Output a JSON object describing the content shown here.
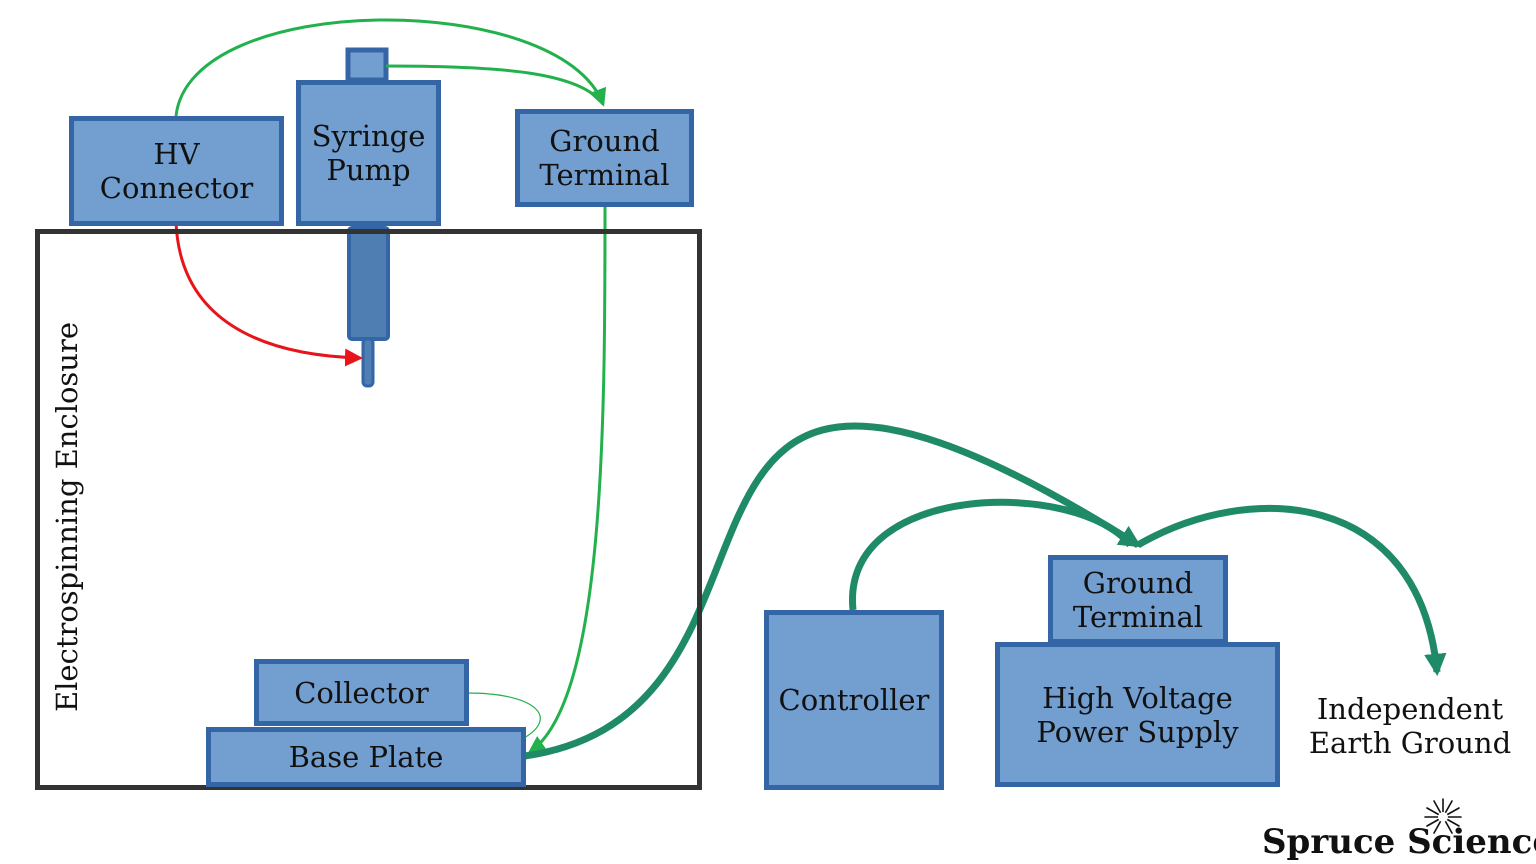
{
  "enclosure": {
    "label": "Electrospinning Enclosure"
  },
  "boxes": {
    "hv_connector": "HV\nConnector",
    "syringe_pump": "Syringe\nPump",
    "ground_terminal_top": "Ground\nTerminal",
    "collector": "Collector",
    "base_plate": "Base Plate",
    "controller": "Controller",
    "ground_terminal_bottom": "Ground\nTerminal",
    "hv_power_supply": "High Voltage\nPower Supply"
  },
  "earth_ground": "Independent\nEarth Ground",
  "brand": {
    "name": "Spruce Science",
    "icon": "sunburst-logo-icon"
  },
  "colors": {
    "box_fill": "#729fcf",
    "box_border": "#3465a4",
    "syringe_barrel": "#4f7fb2",
    "enclosure_border": "#333333",
    "wire_green": "#22b14c",
    "wire_red": "#e8141b",
    "wire_teal": "#1f8a68"
  }
}
